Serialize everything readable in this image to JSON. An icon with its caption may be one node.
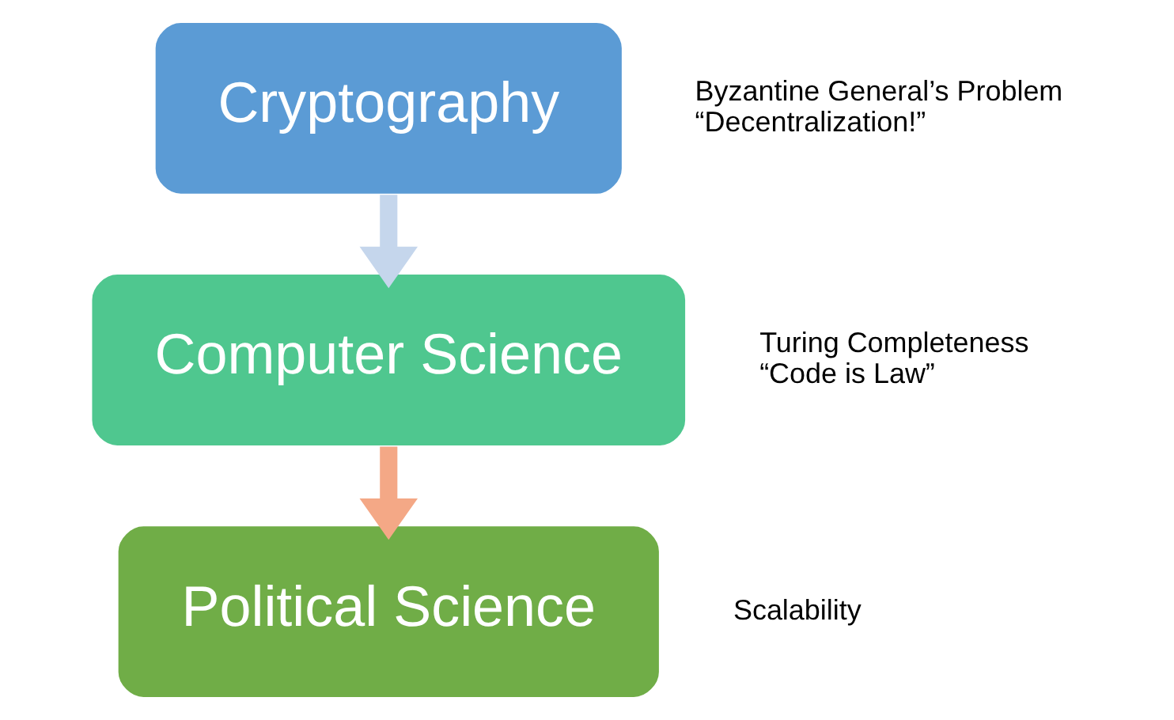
{
  "diagram": {
    "nodes": [
      {
        "text": [
          "Cryptography"
        ],
        "beside": [
          "Byzantine General’s Problem",
          "“Decentralization!”"
        ]
      },
      {
        "text": [
          "Computer Science"
        ],
        "beside": [
          "Turing Completeness",
          "“Code is Law”"
        ]
      },
      {
        "text": [
          "Political Science"
        ],
        "beside": [
          "Scalability"
        ]
      }
    ],
    "edges": [
      {
        "from": 0,
        "to": 1,
        "arrow": "to",
        "color": "#c5d6ec"
      },
      {
        "from": 1,
        "to": 2,
        "arrow": "to",
        "color": "#f4a886"
      }
    ]
  }
}
